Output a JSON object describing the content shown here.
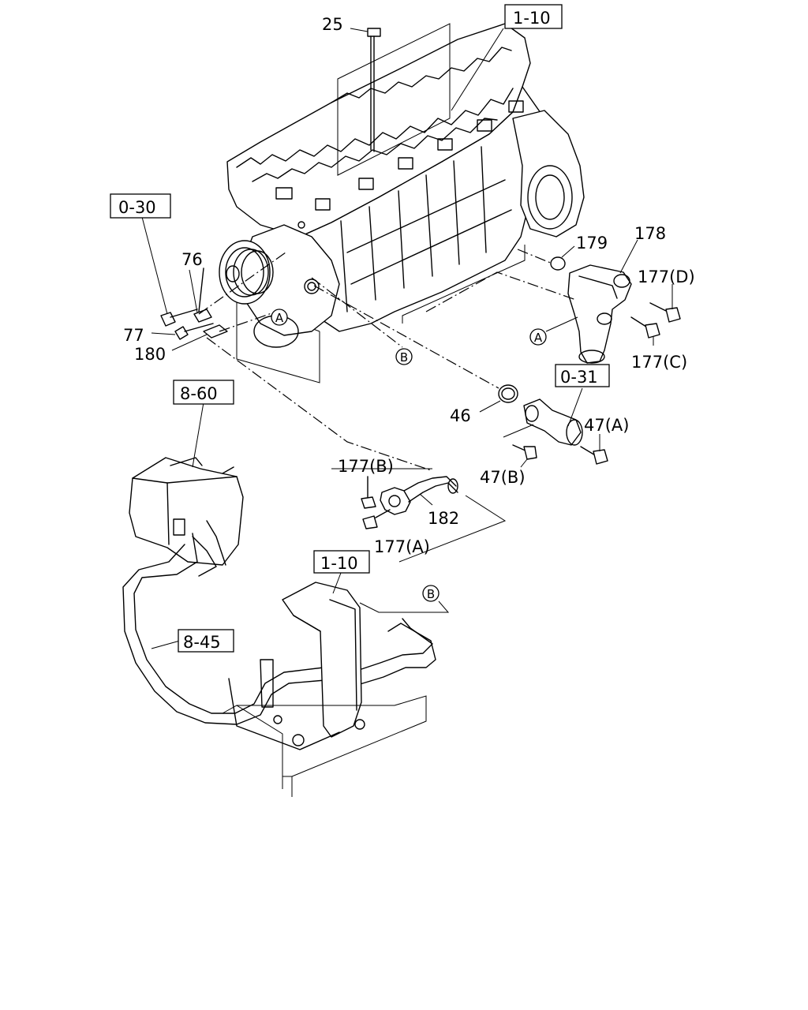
{
  "labels": {
    "p25": "25",
    "p76": "76",
    "p77": "77",
    "p180": "180",
    "p179": "179",
    "p178": "178",
    "p177d": "177(D)",
    "p177c": "177(C)",
    "p46": "46",
    "p47a": "47(A)",
    "p47b": "47(B)",
    "p177b": "177(B)",
    "p177a": "177(A)",
    "p182": "182"
  },
  "refs": {
    "r110_top": "1-10",
    "r030": "0-30",
    "r031": "0-31",
    "r860": "8-60",
    "r110_bottom": "1-10",
    "r845": "8-45"
  },
  "markers": {
    "a_left": "A",
    "a_right": "A",
    "b_engine": "B",
    "b_pipe": "B"
  }
}
